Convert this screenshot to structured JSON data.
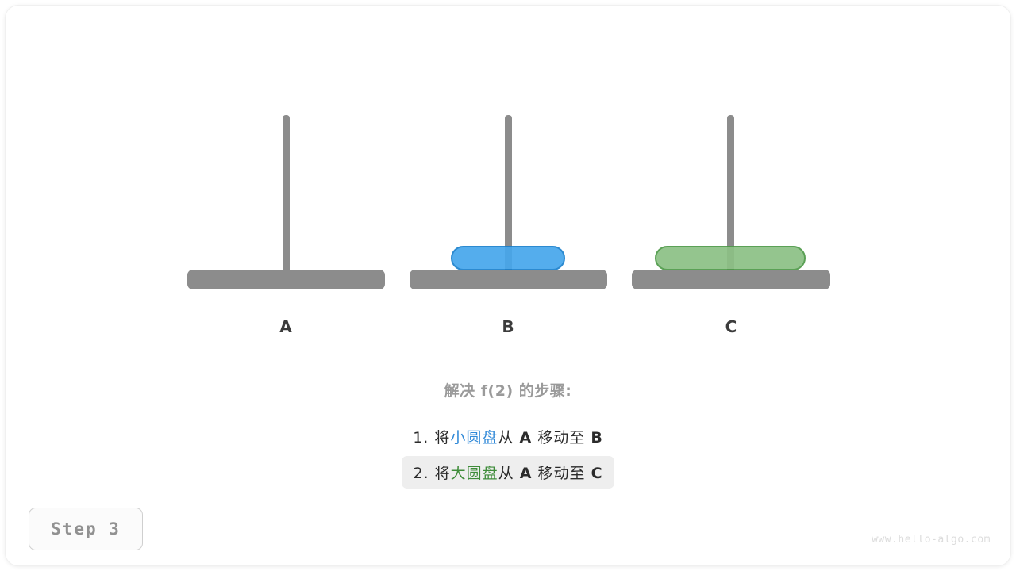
{
  "figure": {
    "title": "解决 f(2) 的步骤:",
    "step_badge_label": "Step 3",
    "watermark": "www.hello-algo.com"
  },
  "colors": {
    "rod": "#8c8c8c",
    "base": "#8c8c8c",
    "disk_small_fill": "#46a7ec",
    "disk_small_border": "#1b81cd",
    "disk_large_fill": "#8cc185",
    "disk_large_border": "#4e9a48",
    "label": "#3c3c3c",
    "title": "#9a9a9a",
    "step_text": "#2b2b2b",
    "highlight_bg": "#eeeeee",
    "badge_text": "#919191",
    "watermark": "#dcdcdc"
  },
  "towers": [
    {
      "label": "A",
      "disks": []
    },
    {
      "label": "B",
      "disks": [
        {
          "size": "small",
          "color": "#46a7ec"
        }
      ]
    },
    {
      "label": "C",
      "disks": [
        {
          "size": "large",
          "color": "#8cc185"
        }
      ]
    }
  ],
  "steps": [
    {
      "index": "1.",
      "verb_prefix": "将",
      "object": "小圆盘",
      "object_color": "blue",
      "from_word": "从",
      "from_peg": "A",
      "move_word": "移动至",
      "to_peg": "B",
      "highlighted": false
    },
    {
      "index": "2.",
      "verb_prefix": "将",
      "object": "大圆盘",
      "object_color": "green",
      "from_word": "从",
      "from_peg": "A",
      "move_word": "移动至",
      "to_peg": "C",
      "highlighted": true
    }
  ],
  "chart_data": {
    "type": "diagram",
    "title": "解决 f(2) 的步骤:",
    "description": "Hanoi tower state at Step 3",
    "pegs": [
      "A",
      "B",
      "C"
    ],
    "state": {
      "A": [],
      "B": [
        "small"
      ],
      "C": [
        "large"
      ]
    }
  }
}
